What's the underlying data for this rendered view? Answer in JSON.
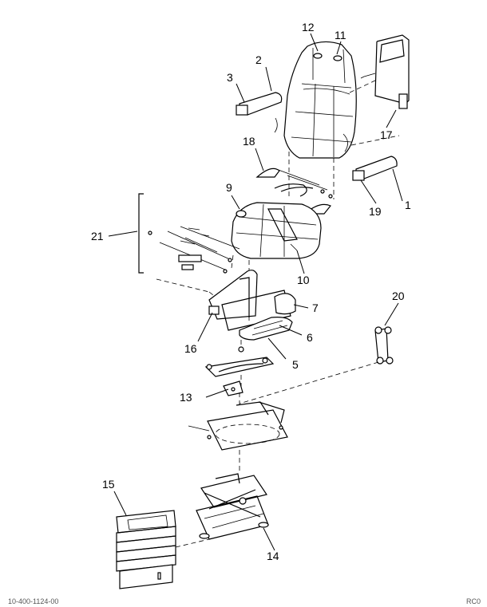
{
  "callouts": [
    {
      "id": "1",
      "label": "1"
    },
    {
      "id": "2",
      "label": "2"
    },
    {
      "id": "3",
      "label": "3"
    },
    {
      "id": "5",
      "label": "5"
    },
    {
      "id": "6",
      "label": "6"
    },
    {
      "id": "7",
      "label": "7"
    },
    {
      "id": "9",
      "label": "9"
    },
    {
      "id": "10",
      "label": "10"
    },
    {
      "id": "11",
      "label": "11"
    },
    {
      "id": "12",
      "label": "12"
    },
    {
      "id": "13",
      "label": "13"
    },
    {
      "id": "14",
      "label": "14"
    },
    {
      "id": "15",
      "label": "15"
    },
    {
      "id": "16",
      "label": "16"
    },
    {
      "id": "17",
      "label": "17"
    },
    {
      "id": "18",
      "label": "18"
    },
    {
      "id": "19",
      "label": "19"
    },
    {
      "id": "20",
      "label": "20"
    },
    {
      "id": "21",
      "label": "21"
    }
  ],
  "footer": {
    "left": "10-400-1124-00",
    "right": "RC0"
  }
}
